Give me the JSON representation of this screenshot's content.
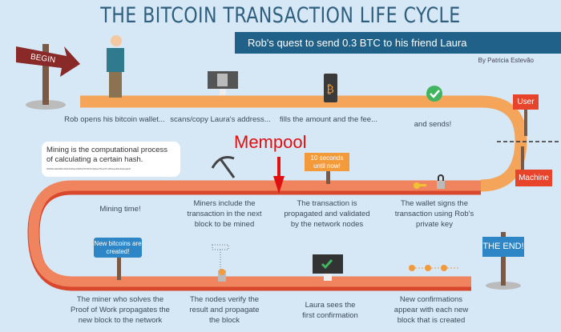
{
  "title": "THE BITCOIN TRANSACTION LIFE CYCLE",
  "subtitle": "Rob's quest to send 0.3 BTC to his friend Laura",
  "author": "By Patricia Estevão",
  "signs": {
    "begin": "BEGIN",
    "user": "User",
    "machine": "Machine",
    "end": "THE END!",
    "ten_seconds": "10 seconds until now!",
    "new_bitcoins": "New bitcoins are created!"
  },
  "mempool": "Mempool",
  "bubble": {
    "text": "Mining is the computational process of calculating a certain hash.",
    "hash": "00000c3a9d28c1f1d2010ec0189a7879b67de0ae7f1ebf7cc82eae84c32acabe8"
  },
  "steps": [
    "Rob opens his bitcoin wallet...",
    "scans/copy Laura's address...",
    "fills the amount and the fee...",
    "and sends!",
    "The wallet signs the transaction using Rob's private key",
    "The transaction is propagated and validated by the network nodes",
    "Miners include the transaction in the next block to be mined",
    "Mining time!",
    "The miner who solves the Proof of Work propagates the new block to the network",
    "The nodes verify the result and propagate the block",
    "Laura sees the first confirmation",
    "New confirmations appear with each new block that is created"
  ],
  "colors": {
    "top_road": "#f4a55a",
    "lower_road": "#f0845f",
    "banner": "#1f6189",
    "sign_red": "#e8432b",
    "sign_blue": "#2f86c6",
    "sign_orange": "#f39a3a",
    "mempool": "#e01010"
  }
}
